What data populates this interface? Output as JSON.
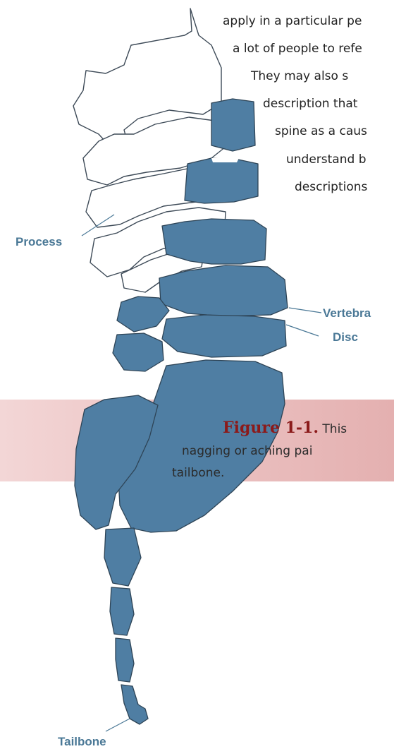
{
  "body_text": {
    "lines": [
      "apply in a particular pe",
      "a lot of people to refe",
      "They may also s",
      "description that",
      "spine as a caus",
      "understand b",
      "descriptions"
    ]
  },
  "caption": {
    "figure_number": "Figure 1-1.",
    "line1_text": " This",
    "line2": "nagging or aching pai",
    "line3": "tailbone."
  },
  "labels": {
    "process": "Process",
    "vertebra": "Vertebra",
    "disc": "Disc",
    "tailbone": "Tailbone"
  },
  "colors": {
    "bone_blue": "#4f7ea3",
    "bone_outline": "#3d4a57",
    "label_blue": "#4a7896",
    "figure_red": "#8b1a1a"
  }
}
